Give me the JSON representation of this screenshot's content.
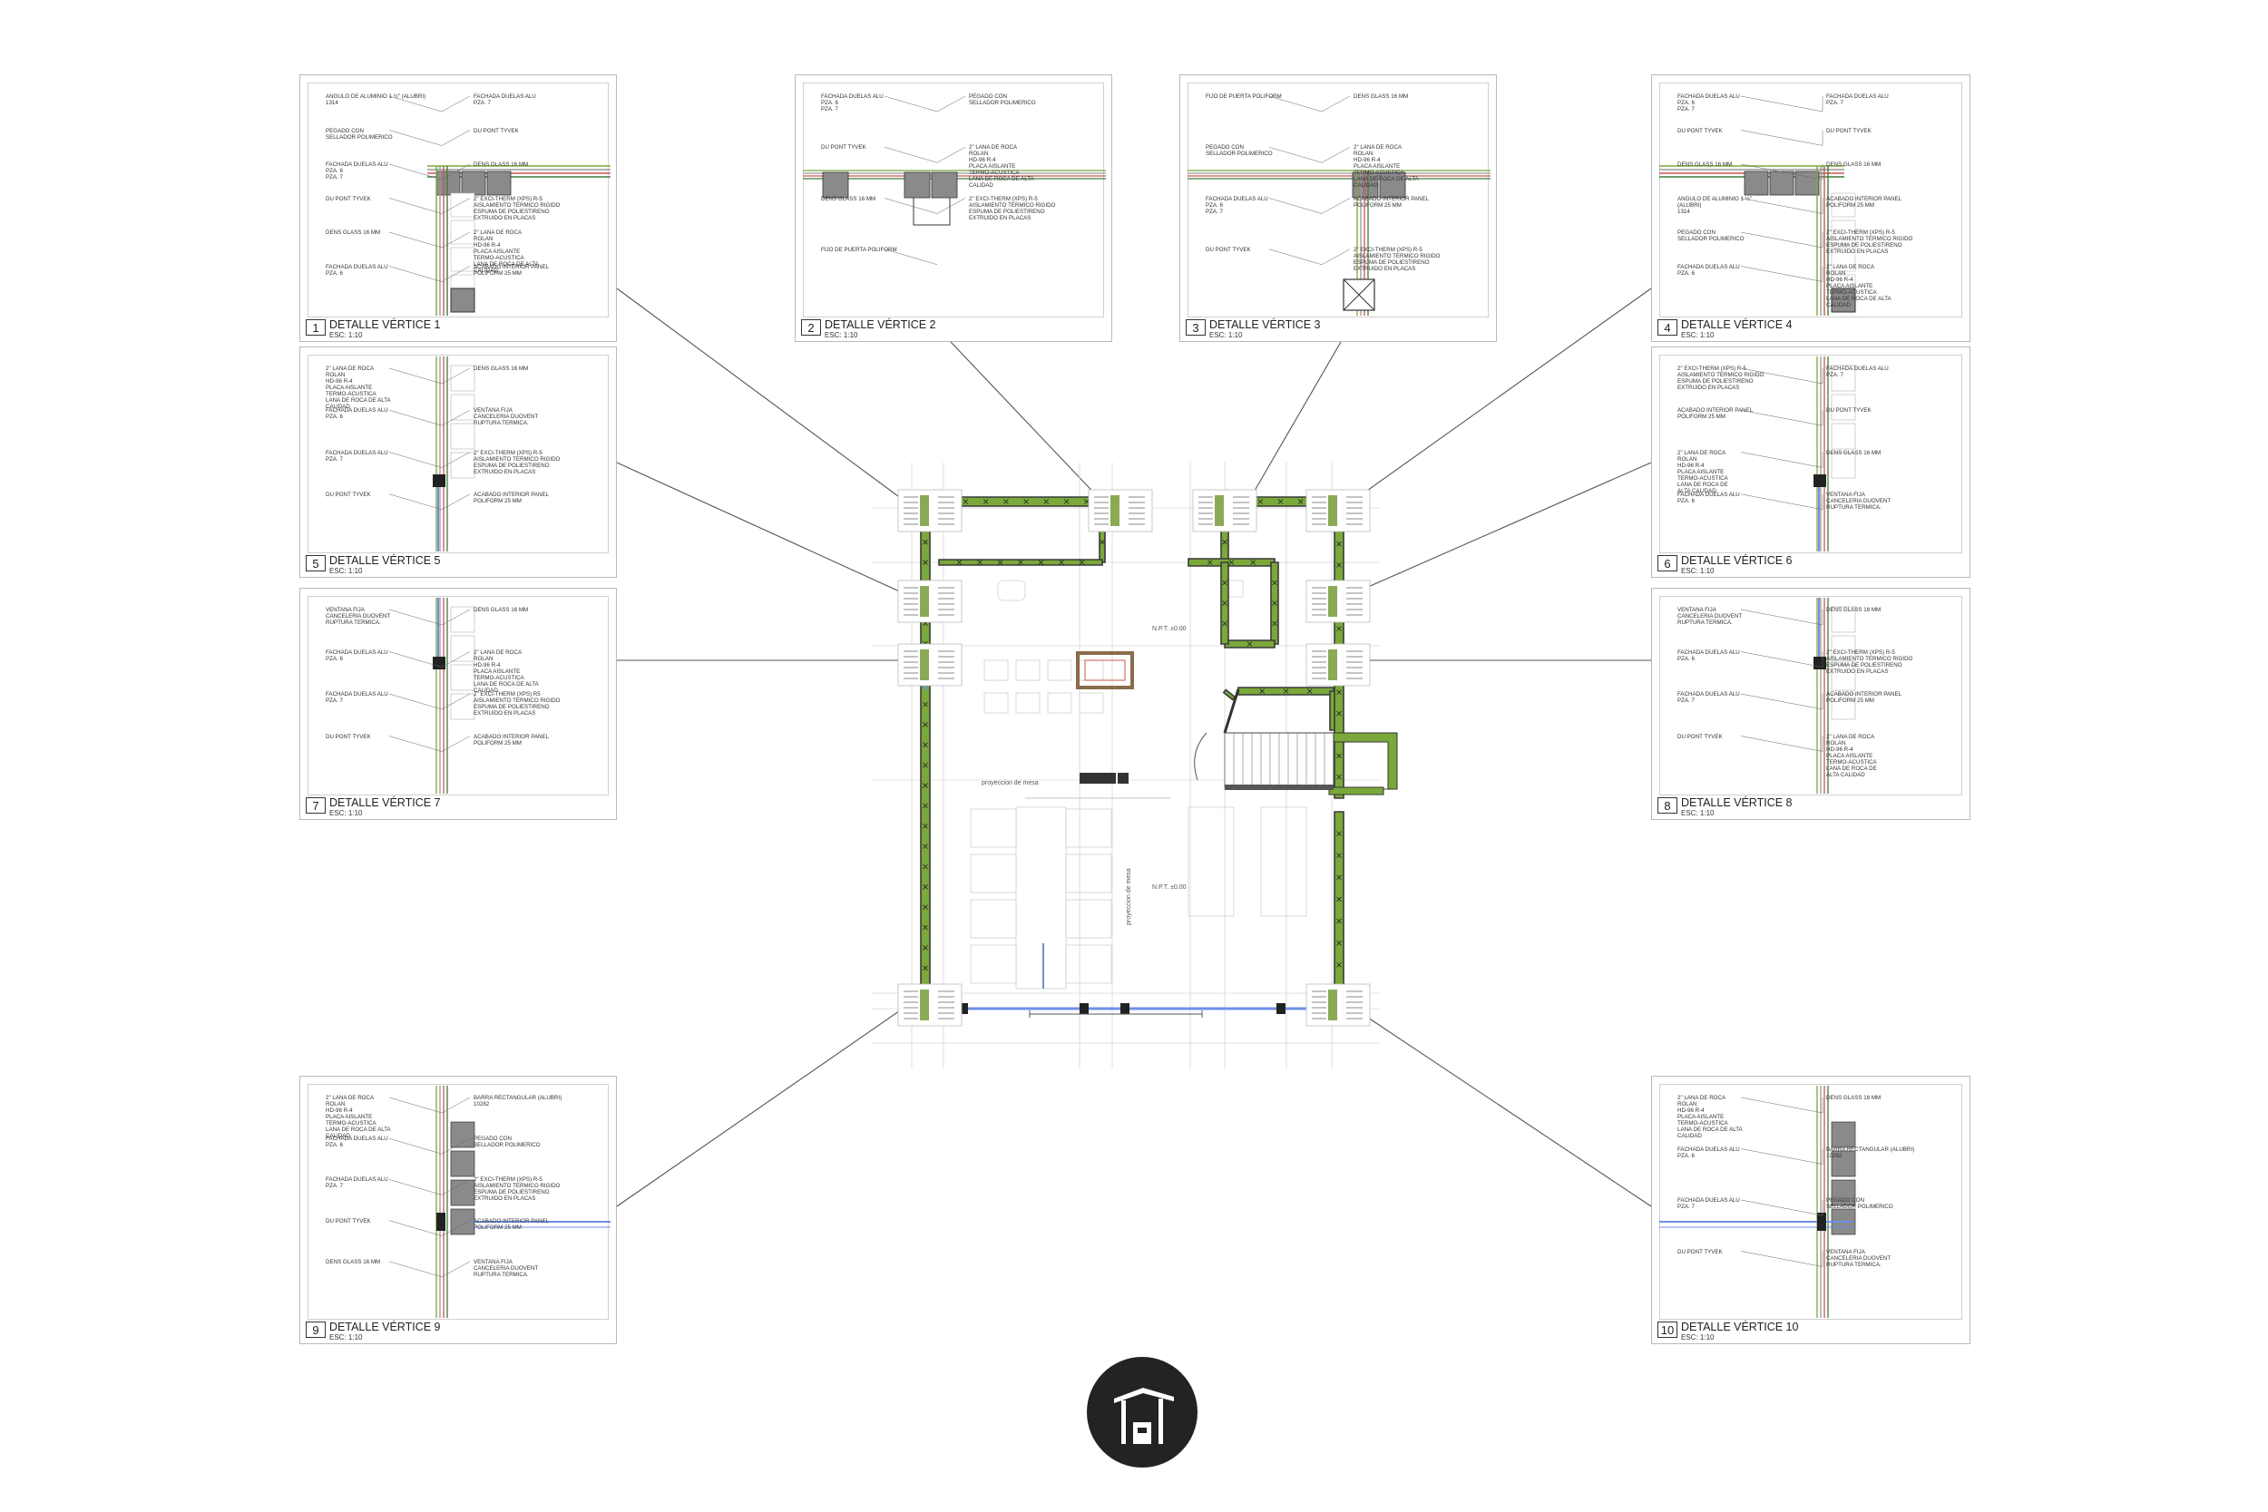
{
  "plan": {
    "mesa_label_1": "proyeccion de mesa",
    "mesa_label_2": "proyeccion de mesa",
    "npt_1": "N.P.T. ±0.00",
    "npt_2": "N.P.T. ±0.00"
  },
  "details": [
    {
      "num": "1",
      "title": "DETALLE VÉRTICE 1",
      "scale": "ESC: 1:10",
      "labels": [
        "ANGULO DE ALUMINIO 1 ½\" (ALUBRI)\n1314",
        "PEGADO CON\nSELLADOR POLIMERICO",
        "FACHADA DUELAS ALU\nPZA. 6\nPZA. 7",
        "DU PONT TYVEK",
        "DENS GLASS 16 MM",
        "FACHADA DUELAS ALU\nPZA. 6",
        "FACHADA DUELAS ALU\nPZA. 7",
        "DU PONT TYVEK",
        "DENS GLASS 16 MM",
        "2\" EXCI-THERM (XPS) R-5\nAISLAMIENTO TERMICO RIGIDO\nESPUMA DE POLIESTIRENO\nEXTRUIDO EN PLACAS",
        "2\" LANA DE ROCA\nROLAN\nHD-96 R-4\nPLACA AISLANTE\nTERMO-ACUSTICA\nLANA DE ROCA DE ALTA\nCALIDAD",
        "ACABADO INTERIOR PANEL\nPOLIFORM 25 MM"
      ]
    },
    {
      "num": "2",
      "title": "DETALLE VÉRTICE 2",
      "scale": "ESC: 1:10",
      "labels": [
        "FACHADA DUELAS ALU\nPZA. 6\nPZA. 7",
        "DU PONT TYVEK",
        "DENS GLASS 16 MM",
        "FIJO DE PUERTA POLIFORM",
        "PEGADO CON\nSELLADOR POLIMERICO",
        "2\" LANA DE ROCA\nROLAN\nHD-96 R-4\nPLACA AISLANTE\nTERMO-ACUSTICA\nLANA DE ROCA DE ALTA\nCALIDAD",
        "2\" EXCI-THERM (XPS) R-5\nAISLAMIENTO TERMICO RIGIDO\nESPUMA DE POLIESTIRENO\nEXTRUIDO EN PLACAS"
      ]
    },
    {
      "num": "3",
      "title": "DETALLE VÉRTICE 3",
      "scale": "ESC: 1:10",
      "labels": [
        "FIJO DE PUERTA POLIFORM",
        "PEGADO CON\nSELLADOR POLIMERICO",
        "FACHADA DUELAS ALU\nPZA. 6\nPZA. 7",
        "DU PONT TYVEK",
        "DENS GLASS 16 MM",
        "2\" LANA DE ROCA\nROLAN\nHD-96 R-4\nPLACA AISLANTE\nTERMO-ACUSTICA\nLANA DE ROCA DE ALTA\nCALIDAD",
        "ACABADO INTERIOR PANEL\nPOLIFORM 25 MM",
        "2\" EXCI-THERM (XPS) R-5\nAISLAMIENTO TERMICO RIGIDO\nESPUMA DE POLIESTIRENO\nEXTRUIDO EN PLACAS"
      ]
    },
    {
      "num": "4",
      "title": "DETALLE VÉRTICE 4",
      "scale": "ESC: 1:10",
      "labels": [
        "FACHADA DUELAS ALU\nPZA. 6\nPZA. 7",
        "DU PONT TYVEK",
        "DENS GLASS 16 MM",
        "ANGULO DE ALUMINIO 1 ½\"\n(ALUBRI)\n1314",
        "PEGADO CON\nSELLADOR POLIMERICO",
        "FACHADA DUELAS ALU\nPZA. 6",
        "FACHADA DUELAS ALU\nPZA. 7",
        "DU PONT TYVEK",
        "DENS GLASS 16 MM",
        "ACABADO INTERIOR PANEL\nPOLIFORM 25 MM",
        "2\" EXCI-THERM (XPS) R-5\nAISLAMIENTO TERMICO RIGIDO\nESPUMA DE POLIESTIRENO\nEXTRUIDO EN PLACAS",
        "2\" LANA DE ROCA\nROLAN\nHD-96 R-4\nPLACA AISLANTE\nTERMO-ACUSTICA\nLANA DE ROCA DE ALTA\nCALIDAD"
      ]
    },
    {
      "num": "5",
      "title": "DETALLE VÉRTICE 5",
      "scale": "ESC: 1:10",
      "labels": [
        "2\" LANA DE ROCA\nROLAN\nHD-96 R-4\nPLACA AISLANTE\nTERMO-ACUSTICA\nLANA DE ROCA DE ALTA\nCALIDAD",
        "FACHADA DUELAS ALU\nPZA. 6",
        "FACHADA DUELAS ALU\nPZA. 7",
        "DU PONT TYVEK",
        "DENS GLASS 16 MM",
        "VENTANA FIJA\nCANCELERIA DUOVENT\nRUPTURA TERMICA.",
        "2\" EXCI-THERM (XPS) R-5\nAISLAMIENTO TERMICO RIGIDO\nESPUMA DE POLIESTIRENO\nEXTRUIDO EN PLACAS",
        "ACABADO INTERIOR PANEL\nPOLIFORM 25 MM"
      ]
    },
    {
      "num": "6",
      "title": "DETALLE VÉRTICE 6",
      "scale": "ESC: 1:10",
      "labels": [
        "2\" EXCI-THERM (XPS) R-5\nAISLAMIENTO TERMICO RIGIDO\nESPUMA DE POLIESTIRENO\nEXTRUIDO EN PLACAS",
        "ACABADO INTERIOR PANEL\nPOLIFORM 25 MM",
        "2\" LANA DE ROCA\nROLAN\nHD-96 R-4\nPLACA AISLANTE\nTERMO-ACUSTICA\nLANA DE ROCA DE\nALTA CALIDAD",
        "FACHADA DUELAS ALU\nPZA. 6",
        "FACHADA DUELAS ALU\nPZA. 7",
        "DU PONT TYVEK",
        "DENS GLASS 16 MM",
        "VENTANA FIJA\nCANCELERIA DUOVENT\nRUPTURA TERMICA."
      ]
    },
    {
      "num": "7",
      "title": "DETALLE VÉRTICE 7",
      "scale": "ESC: 1:10",
      "labels": [
        "VENTANA FIJA\nCANCELERIA DUOVENT\nRUPTURA TERMICA.",
        "FACHADA DUELAS ALU\nPZA. 6",
        "FACHADA DUELAS ALU\nPZA. 7",
        "DU PONT TYVEK",
        "DENS GLASS 16 MM",
        "2\" LANA DE ROCA\nROLAN\nHD-96 R-4\nPLACA AISLANTE\nTERMO-ACUSTICA\nLANA DE ROCA DE ALTA\nCALIDAD",
        "2\" EXCI-THERM (XPS) R5\nAISLAMIENTO TERMICO RIGIDO\nESPUMA DE POLIESTIRENO\nEXTRUIDO EN PLACAS",
        "ACABADO INTERIOR PANEL\nPOLIFORM 25 MM"
      ]
    },
    {
      "num": "8",
      "title": "DETALLE VÉRTICE 8",
      "scale": "ESC: 1:10",
      "labels": [
        "VENTANA FIJA\nCANCELERIA DUOVENT\nRUPTURA TERMICA.",
        "FACHADA DUELAS ALU\nPZA. 6",
        "FACHADA DUELAS ALU\nPZA. 7",
        "DU PONT TYVEK",
        "DENS GLASS 16 MM",
        "2\" EXCI-THERM (XPS) R-5\nAISLAMIENTO TERMICO RIGIDO\nESPUMA DE POLIESTIRENO\nEXTRUIDO EN PLACAS",
        "ACABADO INTERIOR PANEL\nPOLIFORM 25 MM",
        "2\" LANA DE ROCA\nROLAN\nHD-96 R-4\nPLACA AISLANTE\nTERMO-ACUSTICA\nLANA DE ROCA DE\nALTA CALIDAD"
      ]
    },
    {
      "num": "9",
      "title": "DETALLE VÉRTICE 9",
      "scale": "ESC: 1:10",
      "labels": [
        "2\" LANA DE ROCA\nROLAN\nHD-96 R-4\nPLACA AISLANTE\nTERMO-ACUSTICA\nLANA DE ROCA DE ALTA\nCALIDAD",
        "FACHADA DUELAS ALU\nPZA. 6",
        "FACHADA DUELAS ALU\nPZA. 7",
        "DU PONT TYVEK",
        "DENS GLASS 16 MM",
        "BARRA RECTANGULAR (ALUBRI)\n10282",
        "PEGADO CON\nSELLADOR POLIMERICO",
        "2\" EXCI-THERM (XPS) R-5\nAISLAMIENTO TERMICO RIGIDO\nESPUMA DE POLIESTIRENO\nEXTRUIDO EN PLACAS",
        "ACABADO INTERIOR PANEL\nPOLIFORM 25 MM",
        "VENTANA FIJA\nCANCELERIA DUOVENT\nRUPTURA TERMICA."
      ]
    },
    {
      "num": "10",
      "title": "DETALLE VÉRTICE 10",
      "scale": "ESC: 1:10",
      "labels": [
        "2\" LANA DE ROCA\nROLAN\nHD-96 R-4\nPLACA AISLANTE\nTERMO-ACUSTICA\nLANA DE ROCA DE ALTA\nCALIDAD",
        "FACHADA DUELAS ALU\nPZA. 6",
        "FACHADA DUELAS ALU\nPZA. 7",
        "DU PONT TYVEK",
        "DENS GLASS 16 MM",
        "BARRA RECTANGULAR (ALUBRI)\n10282",
        "PEGADO CON\nSELLADOR POLIMERICO",
        "VENTANA FIJA\nCANCELERIA DUOVENT\nRUPTURA TERMICA."
      ]
    }
  ],
  "colors": {
    "wall_green": "#7aa83a",
    "wall_dark": "#3a3a3a",
    "insulation_gray": "#8a8a8a",
    "glass_blue": "#6f8fe8",
    "logo_bg": "#232323"
  }
}
